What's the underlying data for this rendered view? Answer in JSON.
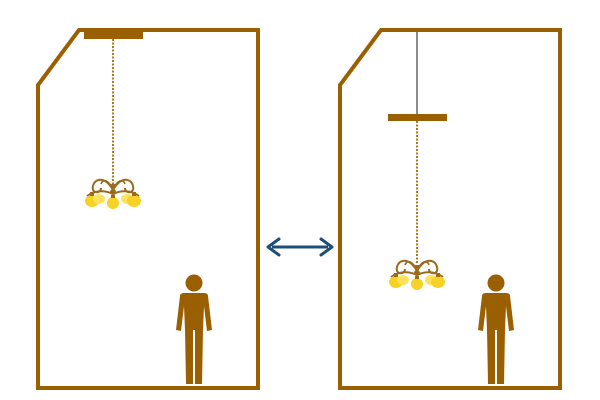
{
  "colors": {
    "wall": "#9a5f00",
    "chain": "#b07a1c",
    "arm": "#9b6a1d",
    "bulb": "#f6d126",
    "bulb_light": "#ffe25c",
    "person": "#9a5f00",
    "rod": "#8c8c8c",
    "arrow": "#1f4e79",
    "background": "#ffffff"
  },
  "panels": [
    {
      "id": "room-left",
      "chandelier_position": "high",
      "extension_rod": false
    },
    {
      "id": "room-right",
      "chandelier_position": "low",
      "extension_rod": true
    }
  ],
  "connector": {
    "icon": "double-headed-arrow-icon",
    "meaning": "bidirectional"
  }
}
